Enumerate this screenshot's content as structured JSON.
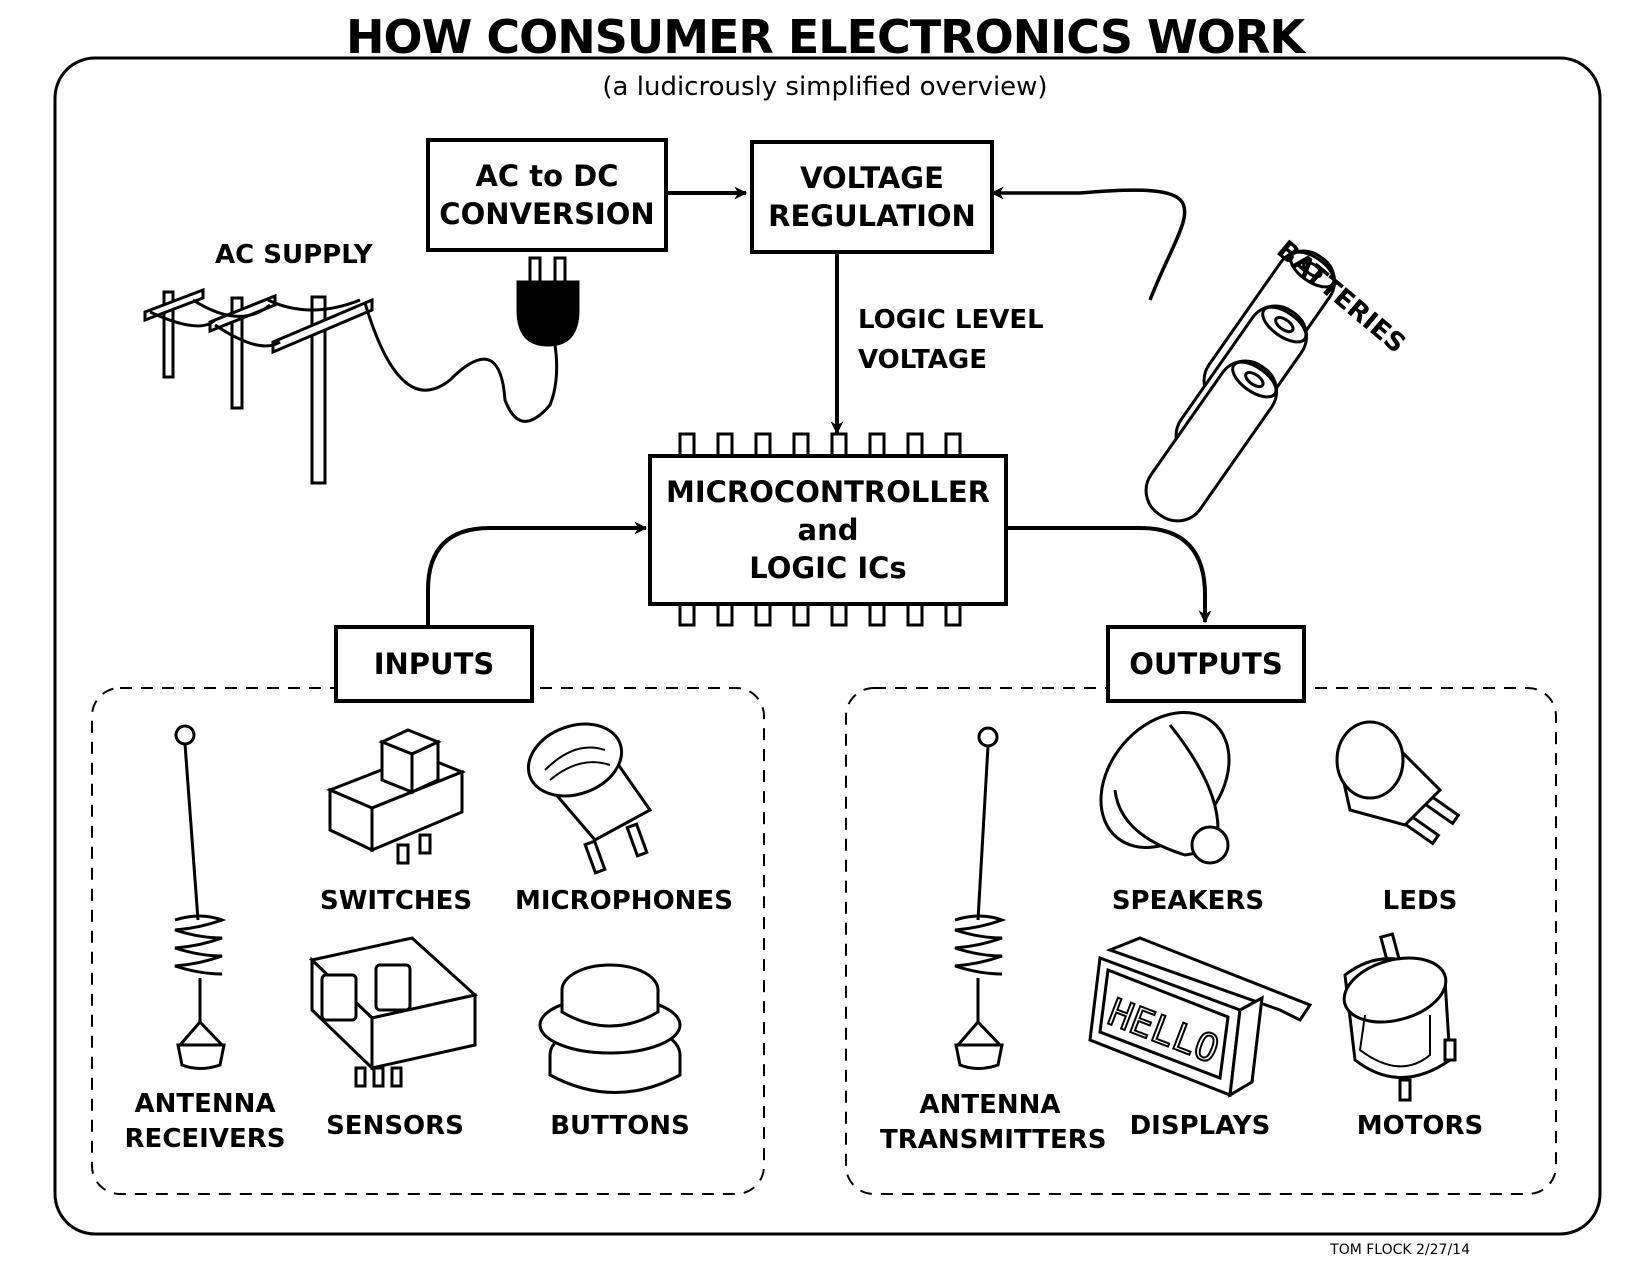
{
  "title": "HOW CONSUMER ELECTRONICS WORK",
  "subtitle": "(a ludicrously simplified overview)",
  "boxes": {
    "ac_dc": [
      "AC to DC",
      "CONVERSION"
    ],
    "voltage": [
      "VOLTAGE",
      "REGULATION"
    ],
    "mcu": [
      "MICROCONTROLLER",
      "and",
      "LOGIC ICs"
    ],
    "inputs": "INPUTS",
    "outputs": "OUTPUTS"
  },
  "labels": {
    "ac_supply": "AC SUPPLY",
    "batteries": "BATTERIES",
    "logic_level": [
      "LOGIC LEVEL",
      "VOLTAGE"
    ]
  },
  "inputs": {
    "antenna": [
      "ANTENNA",
      "RECEIVERS"
    ],
    "switches": "SWITCHES",
    "microphones": "MICROPHONES",
    "sensors": "SENSORS",
    "buttons": "BUTTONS"
  },
  "outputs": {
    "antenna": [
      "ANTENNA",
      "TRANSMITTERS"
    ],
    "speakers": "SPEAKERS",
    "leds": "LEDS",
    "displays": "DISPLAYS",
    "display_text": "HELLO",
    "motors": "MOTORS"
  },
  "credit": "TOM FLOCK 2/27/14"
}
